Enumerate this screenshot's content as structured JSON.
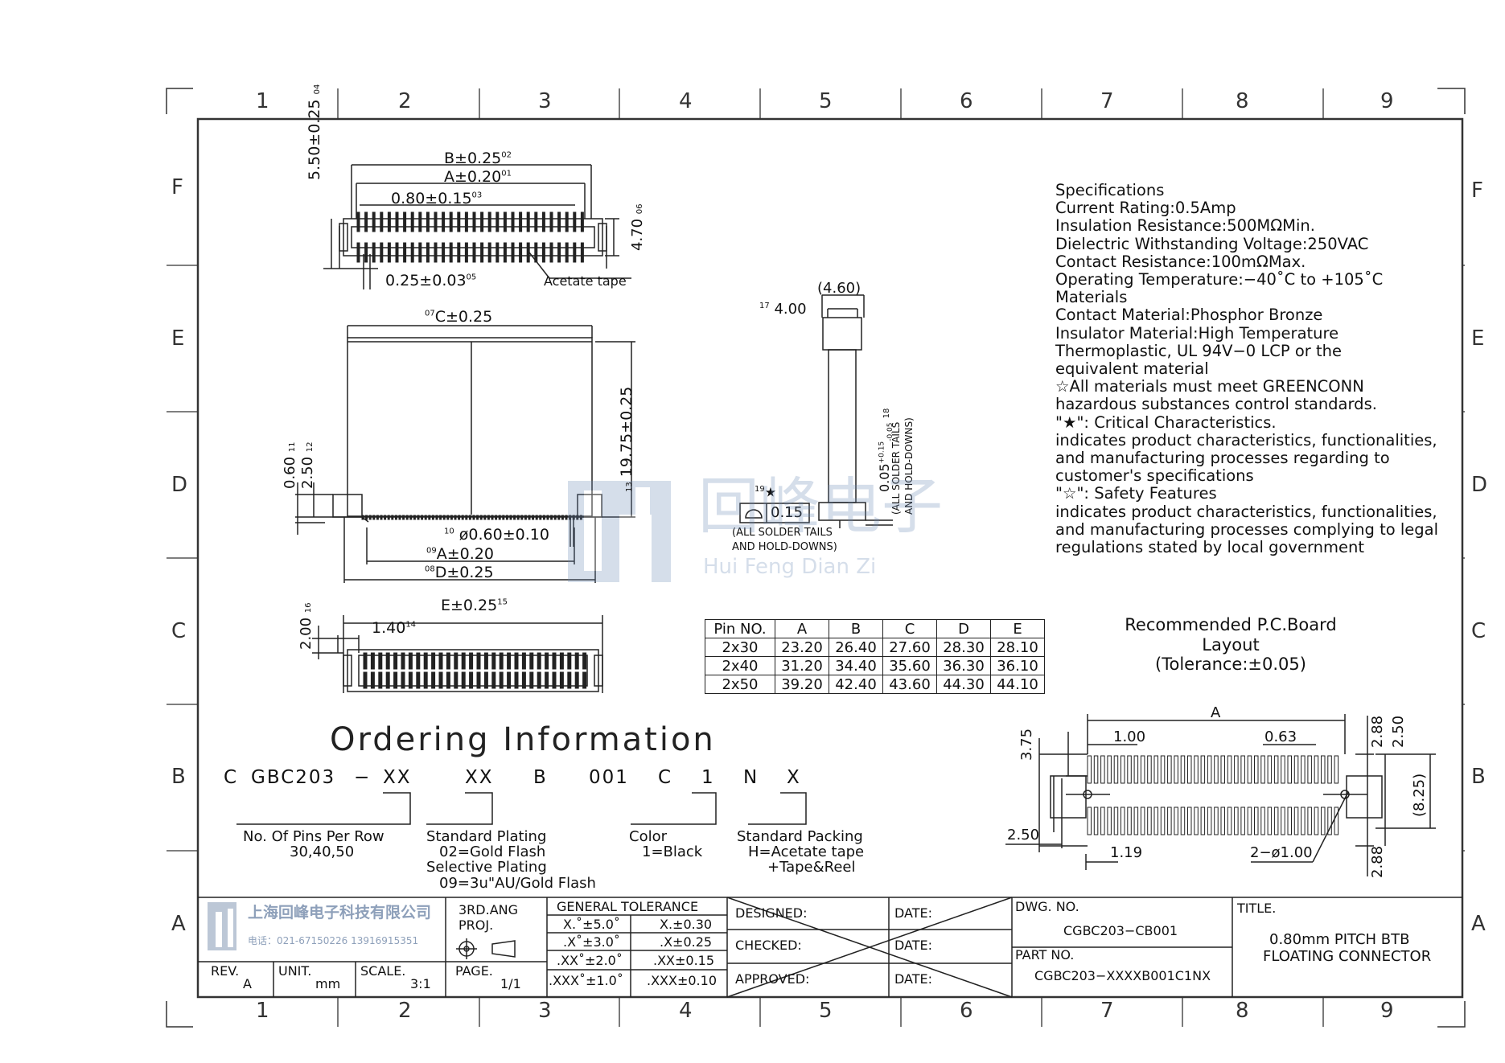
{
  "zones": {
    "columns": [
      "1",
      "2",
      "3",
      "4",
      "5",
      "6",
      "7",
      "8",
      "9"
    ],
    "rows": [
      "F",
      "E",
      "D",
      "C",
      "B",
      "A"
    ]
  },
  "top_view": {
    "b_dim": "B±0.25",
    "b_ref": "02",
    "a_dim": "A±0.20",
    "a_ref": "01",
    "pitch_dim": "0.80±0.15",
    "pitch_ref": "03",
    "height_dim": "5.50±0.25",
    "height_ref": "04",
    "tail_dim": "0.25±0.03",
    "tail_ref": "05",
    "width_dim": "4.70",
    "width_ref": "06",
    "tape_label": "Acetate tape"
  },
  "front_view": {
    "c_dim": "C±0.25",
    "c_ref": "07",
    "height_dim": "19.75±0.25",
    "height_ref": "13",
    "dim_060": "0.60",
    "dim_060_ref": "11",
    "dim_250": "2.50",
    "dim_250_ref": "12",
    "pin_dia": "ø0.60±0.10",
    "pin_dia_ref": "10",
    "a_dim": "A±0.20",
    "a_ref": "09",
    "d_dim": "D±0.25",
    "d_ref": "08"
  },
  "side_view": {
    "overall": "(4.60)",
    "body": "4.00",
    "body_ref": "17",
    "coplanarity": "0.15",
    "coplanarity_ref": "19",
    "critical_mark": "★",
    "note_line1": "(ALL SOLDER TAILS",
    "note_line2": "AND HOLD-DOWNS)",
    "tol_dim": "0.05",
    "tol_plus": "+0.15",
    "tol_minus": "-0.05",
    "tol_ref": "18",
    "vnote_line1": "(ALL SOLDER TAILS",
    "vnote_line2": "AND HOLD-DOWNS)"
  },
  "bottom_view": {
    "e_dim": "E±0.25",
    "e_ref": "15",
    "dim_200": "2.00",
    "dim_200_ref": "16",
    "dim_140": "1.40",
    "dim_140_ref": "14"
  },
  "specifications": [
    "Specifications",
    "Current Rating:0.5Amp",
    "Insulation Resistance:500MΩMin.",
    "Dielectric Withstanding Voltage:250VAC",
    "Contact Resistance:100mΩMax.",
    "Operating Temperature:−40˚C to +105˚C",
    "Materials",
    "Contact Material:Phosphor Bronze",
    "Insulator Material:High Temperature",
    "Thermoplastic, UL 94V−0 LCP or the",
    "equivalent material",
    "☆All materials must meet GREENCONN",
    "hazardous substances control standards.",
    "\"★\": Critical Characteristics.",
    "indicates product characteristics, functionalities,",
    "and manufacturing processes regarding to",
    "customer's specifications",
    "\"☆\": Safety Features",
    "indicates product characteristics, functionalities,",
    "and manufacturing processes complying to legal",
    "regulations stated by local government"
  ],
  "pin_table": {
    "headers": [
      "Pin NO.",
      "A",
      "B",
      "C",
      "D",
      "E"
    ],
    "rows": [
      [
        "2x30",
        "23.20",
        "26.40",
        "27.60",
        "28.30",
        "28.10"
      ],
      [
        "2x40",
        "31.20",
        "34.40",
        "35.60",
        "36.30",
        "36.10"
      ],
      [
        "2x50",
        "39.20",
        "42.40",
        "43.60",
        "44.30",
        "44.10"
      ]
    ]
  },
  "pcb_layout": {
    "title_line1": "Recommended P.C.Board",
    "title_line2": "Layout",
    "title_line3": "(Tolerance:±0.05)",
    "dim_a": "A",
    "dim_100": "1.00",
    "dim_063": "0.63",
    "dim_375": "3.75",
    "dim_288_top": "2.88",
    "dim_250_right": "2.50",
    "dim_825": "(8.25)",
    "dim_250_left": "2.50",
    "dim_119": "1.19",
    "dim_hole": "2−ø1.00",
    "dim_288_bottom": "2.88"
  },
  "ordering": {
    "title": "Ordering Information",
    "code": [
      "C",
      "GBC203",
      "−",
      "XX",
      "XX",
      "B",
      "001",
      "C",
      "1",
      "N",
      "X"
    ],
    "pins_line1": "No. Of Pins Per Row",
    "pins_line2": "30,40,50",
    "plating_line1": "Standard Plating",
    "plating_line2": "02=Gold Flash",
    "plating_line3": "Selective Plating",
    "plating_line4": "09=3u\"AU/Gold Flash",
    "color_line1": "Color",
    "color_line2": "1=Black",
    "packing_line1": "Standard Packing",
    "packing_line2": "H=Acetate tape",
    "packing_line3": "+Tape&Reel"
  },
  "title_block": {
    "company_cn": "上海回峰电子科技有限公司",
    "company_tel": "电话：021-67150226  13916915351",
    "rev_label": "REV.",
    "rev_value": "A",
    "unit_label": "UNIT.",
    "unit_value": "mm",
    "scale_label": "SCALE.",
    "scale_value": "3:1",
    "proj_line1": "3RD.ANG",
    "proj_line2": "PROJ.",
    "page_label": "PAGE.",
    "page_value": "1/1",
    "tolerance_title": "GENERAL TOLERANCE",
    "tolerances": [
      [
        "X.˚±5.0˚",
        "X.±0.30"
      ],
      [
        ".X˚±3.0˚",
        ".X±0.25"
      ],
      [
        ".XX˚±2.0˚",
        ".XX±0.15"
      ],
      [
        ".XXX˚±1.0˚",
        ".XXX±0.10"
      ]
    ],
    "designed": "DESIGNED:",
    "checked": "CHECKED:",
    "approved": "APPROVED:",
    "date": "DATE:",
    "dwg_label": "DWG. NO.",
    "dwg_value": "CGBC203−CB001",
    "part_label": "PART NO.",
    "part_value": "CGBC203−XXXXB001C1NX",
    "title_label": "TITLE.",
    "title_line1": "0.80mm PITCH BTB",
    "title_line2": "FLOATING CONNECTOR"
  },
  "watermark": {
    "cn": "回峰电子",
    "pinyin": "Hui Feng Dian Zi"
  }
}
